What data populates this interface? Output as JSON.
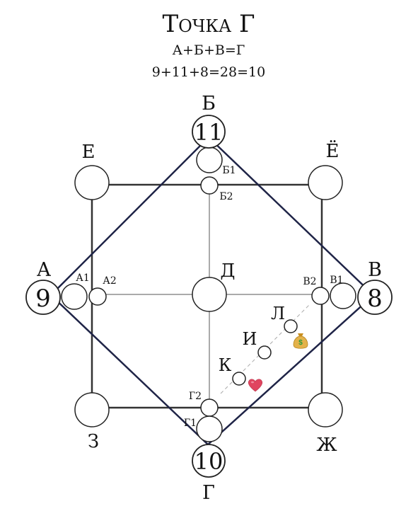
{
  "header": {
    "title": "Точка Г",
    "formula": "А+Б+В=Г",
    "calculation": "9+11+8=28=10"
  },
  "nodes": {
    "A": {
      "letter": "А",
      "value": "9"
    },
    "B": {
      "letter": "Б",
      "value": "11"
    },
    "V": {
      "letter": "В",
      "value": "8"
    },
    "G": {
      "letter": "Г",
      "value": "10"
    },
    "D": {
      "letter": "Д"
    },
    "E": {
      "letter": "Е"
    },
    "YO": {
      "letter": "Ё"
    },
    "ZH": {
      "letter": "Ж"
    },
    "Z": {
      "letter": "З"
    },
    "K": {
      "letter": "К"
    },
    "I": {
      "letter": "И"
    },
    "L": {
      "letter": "Л"
    }
  },
  "sublabels": {
    "a1": "А1",
    "a2": "А2",
    "b1": "Б1",
    "b2": "Б2",
    "v1": "В1",
    "v2": "В2",
    "g1": "Г1",
    "g2": "Г2"
  },
  "icons": {
    "money": "money-bag-icon",
    "heart": "heart-icon"
  },
  "colors": {
    "diamond": "#1f2447",
    "lines": "#333333",
    "heart": "#e0455f",
    "money_bag": "#d9a62e",
    "money_sign": "#2e9a3c"
  }
}
